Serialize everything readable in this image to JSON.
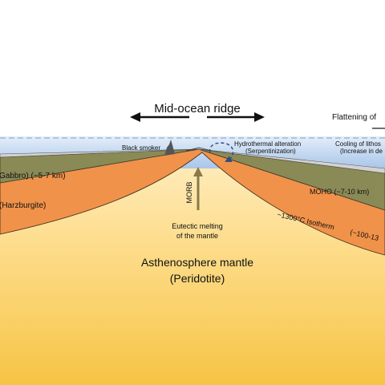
{
  "labels": {
    "title": "Mid-ocean ridge",
    "flattening": "Flattening of",
    "black_smoker": "Black smoker",
    "hydro_line1": "Hydrothermal alteration",
    "hydro_line2": "(Serpentinization)",
    "cooling_line1": "Cooling of lithos",
    "cooling_line2": "(Increase in de",
    "gabbro": "Gabbro) (~5-7 km)",
    "harzburgite": "(Harzburgite)",
    "morb": "MORB",
    "moho": "MOHO (~7-10 km)",
    "eutectic_line1": "Eutectic melting",
    "eutectic_line2": "of the mantle",
    "isotherm": "~1300°C Isotherm",
    "isotherm_depth": "(~100-13",
    "asthenosphere_line1": "Asthenosphere mantle",
    "asthenosphere_line2": "(Peridotite)"
  },
  "colors": {
    "sea_surface": "#d6e6f6",
    "sea_deep": "#a9c6e9",
    "sea_dash": "#7f9fcc",
    "crust_top": "#d2d2d2",
    "gabbro": "#8a8a56",
    "lithosphere_mantle": "#f0924a",
    "asthenosphere_top": "#ffe6b2",
    "asthenosphere_bottom": "#f7c84a",
    "arrow_brown": "#8a7a4a",
    "dashed_arrow": "#2b4a88"
  }
}
